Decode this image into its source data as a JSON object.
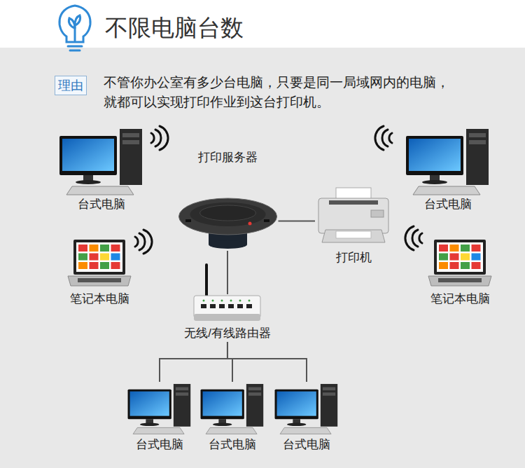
{
  "diagram": {
    "title": "不限电脑台数",
    "nodes": [
      {
        "text": [
          "理由"
        ]
      },
      {
        "text": [
          "台式电脑"
        ]
      },
      {
        "text": [
          "打印服务器"
        ]
      },
      {
        "text": [
          "台式电脑"
        ]
      },
      {
        "text": [
          "笔记本电脑"
        ]
      },
      {
        "text": [
          "打印机"
        ]
      },
      {
        "text": [
          "笔记本电脑"
        ]
      },
      {
        "text": [
          "无线/有线路由器"
        ]
      },
      {
        "text": [
          "台式电脑"
        ]
      },
      {
        "text": [
          "台式电脑"
        ]
      },
      {
        "text": [
          "台式电脑"
        ]
      }
    ],
    "edges": [
      {
        "from": 2,
        "to": 5,
        "arrow": "none"
      },
      {
        "from": 2,
        "to": 7,
        "arrow": "none"
      },
      {
        "from": 7,
        "to": 8,
        "arrow": "none"
      },
      {
        "from": 7,
        "to": 9,
        "arrow": "none"
      },
      {
        "from": 7,
        "to": 10,
        "arrow": "none"
      }
    ],
    "labels": [
      "不管你办公室有多少台电脑，只要是同一局域网内的电脑，就都可以实现打印作业到这台打印机。"
    ]
  }
}
